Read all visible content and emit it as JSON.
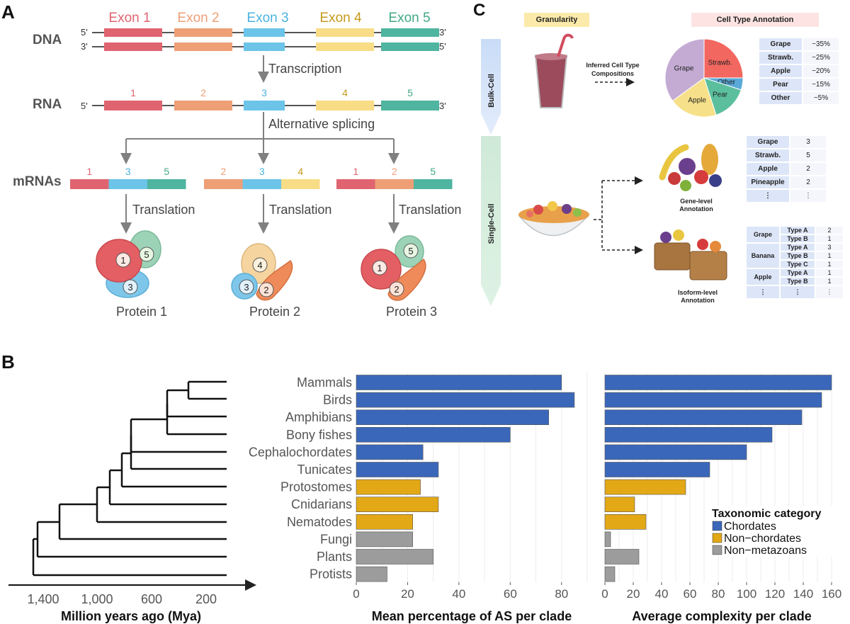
{
  "panel_labels": {
    "a": "A",
    "b": "B",
    "c": "C"
  },
  "panel_a": {
    "row_labels": {
      "dna": "DNA",
      "rna": "RNA",
      "mrnas": "mRNAs"
    },
    "prime5": "5'",
    "prime3": "3'",
    "exons": [
      {
        "label": "Exon 1",
        "num": "1",
        "color": "#e06470"
      },
      {
        "label": "Exon 2",
        "num": "2",
        "color": "#ee9f76"
      },
      {
        "label": "Exon 3",
        "num": "3",
        "color": "#6cc4e8"
      },
      {
        "label": "Exon 4",
        "num": "4",
        "color": "#f8dc86"
      },
      {
        "label": "Exon 5",
        "num": "5",
        "color": "#4fb4a0"
      }
    ],
    "exon_label_colors": [
      "#e06470",
      "#ee9f76",
      "#4ab3de",
      "#c59a1c",
      "#41a888"
    ],
    "transcription": "Transcription",
    "alternative_splicing": "Alternative splicing",
    "translation": "Translation",
    "mrnas": [
      {
        "exons": [
          "1",
          "3",
          "5"
        ]
      },
      {
        "exons": [
          "2",
          "3",
          "4"
        ]
      },
      {
        "exons": [
          "1",
          "2",
          "5"
        ]
      }
    ],
    "proteins": [
      {
        "label": "Protein 1",
        "domains": [
          "1",
          "5",
          "3"
        ]
      },
      {
        "label": "Protein 2",
        "domains": [
          "4",
          "3",
          "2"
        ]
      },
      {
        "label": "Protein 3",
        "domains": [
          "1",
          "5",
          "2"
        ]
      }
    ]
  },
  "panel_c": {
    "granularity": "Granularity",
    "cell_type_annotation": "Cell Type Annotation",
    "bulk_cell": "Bulk-Cell",
    "single_cell": "Single-Cell",
    "inferred_line1": "Inferred Cell Type",
    "inferred_line2": "Compositions",
    "gene_level_line1": "Gene-level",
    "gene_level_line2": "Annotation",
    "isoform_level_line1": "Isoform-level",
    "isoform_level_line2": "Annotation",
    "pie": [
      {
        "label": "Strawb.",
        "percent": 25,
        "color": "#f2675f"
      },
      {
        "label": "Other",
        "percent": 5,
        "color": "#5aa9d8"
      },
      {
        "label": "Pear",
        "percent": 15,
        "color": "#5bbf9e"
      },
      {
        "label": "Apple",
        "percent": 20,
        "color": "#f6e08a"
      },
      {
        "label": "Grape",
        "percent": 35,
        "color": "#c3abd3"
      }
    ],
    "bulk_table": [
      {
        "name": "Grape",
        "value": "~35%"
      },
      {
        "name": "Strawb.",
        "value": "~25%"
      },
      {
        "name": "Apple",
        "value": "~20%"
      },
      {
        "name": "Pear",
        "value": "~15%"
      },
      {
        "name": "Other",
        "value": "~5%"
      }
    ],
    "gene_table": [
      {
        "name": "Grape",
        "value": "3"
      },
      {
        "name": "Strawb.",
        "value": "5"
      },
      {
        "name": "Apple",
        "value": "2"
      },
      {
        "name": "Pineapple",
        "value": "2"
      },
      {
        "name": "⋮",
        "value": "⋮"
      }
    ],
    "isoform_table": [
      {
        "fruit": "Grape",
        "types": [
          {
            "t": "Type A",
            "n": "2"
          },
          {
            "t": "Type B",
            "n": "1"
          }
        ]
      },
      {
        "fruit": "Banana",
        "types": [
          {
            "t": "Type A",
            "n": "3"
          },
          {
            "t": "Type B",
            "n": "1"
          },
          {
            "t": "Type C",
            "n": "1"
          }
        ]
      },
      {
        "fruit": "Apple",
        "types": [
          {
            "t": "Type A",
            "n": "1"
          },
          {
            "t": "Type B",
            "n": "1"
          }
        ]
      },
      {
        "fruit": "⋮",
        "types": [
          {
            "t": "⋮",
            "n": "⋮"
          }
        ]
      }
    ]
  },
  "panel_b": {
    "tree_axis": {
      "label": "Million years ago (Mya)",
      "ticks": [
        "1,400",
        "1,000",
        "600",
        "200"
      ]
    },
    "legend": {
      "title": "Taxonomic category",
      "items": [
        {
          "label": "Chordates",
          "color": "#3a67b9"
        },
        {
          "label": "Non−chordates",
          "color": "#e2a816"
        },
        {
          "label": "Non−metazoans",
          "color": "#9c9c9c"
        }
      ]
    }
  },
  "chart_data": [
    {
      "type": "bar",
      "orientation": "horizontal",
      "categories": [
        "Mammals",
        "Birds",
        "Amphibians",
        "Bony fishes",
        "Cephalochordates",
        "Tunicates",
        "Protostomes",
        "Cnidarians",
        "Nematodes",
        "Fungi",
        "Plants",
        "Protists"
      ],
      "groups": [
        "Chordates",
        "Chordates",
        "Chordates",
        "Chordates",
        "Chordates",
        "Chordates",
        "Non−chordates",
        "Non−chordates",
        "Non−chordates",
        "Non−metazoans",
        "Non−metazoans",
        "Non−metazoans"
      ],
      "values": [
        80,
        85,
        75,
        60,
        26,
        32,
        25,
        32,
        22,
        22,
        30,
        12
      ],
      "xlabel": "Mean percentage of AS per clade",
      "xlim": [
        0,
        90
      ],
      "ticks": [
        0,
        20,
        40,
        60,
        80
      ],
      "grid": true
    },
    {
      "type": "bar",
      "orientation": "horizontal",
      "categories": [
        "Mammals",
        "Birds",
        "Amphibians",
        "Bony fishes",
        "Cephalochordates",
        "Tunicates",
        "Protostomes",
        "Cnidarians",
        "Nematodes",
        "Fungi",
        "Plants",
        "Protists"
      ],
      "groups": [
        "Chordates",
        "Chordates",
        "Chordates",
        "Chordates",
        "Chordates",
        "Chordates",
        "Non−chordates",
        "Non−chordates",
        "Non−chordates",
        "Non−metazoans",
        "Non−metazoans",
        "Non−metazoans"
      ],
      "values": [
        160,
        153,
        139,
        118,
        100,
        74,
        57,
        21,
        29,
        4,
        24,
        7
      ],
      "xlabel": "Average complexity per clade",
      "xlim": [
        0,
        165
      ],
      "ticks": [
        0,
        20,
        40,
        60,
        80,
        100,
        120,
        140,
        160
      ],
      "grid": true,
      "legend": "bottom-right"
    }
  ]
}
